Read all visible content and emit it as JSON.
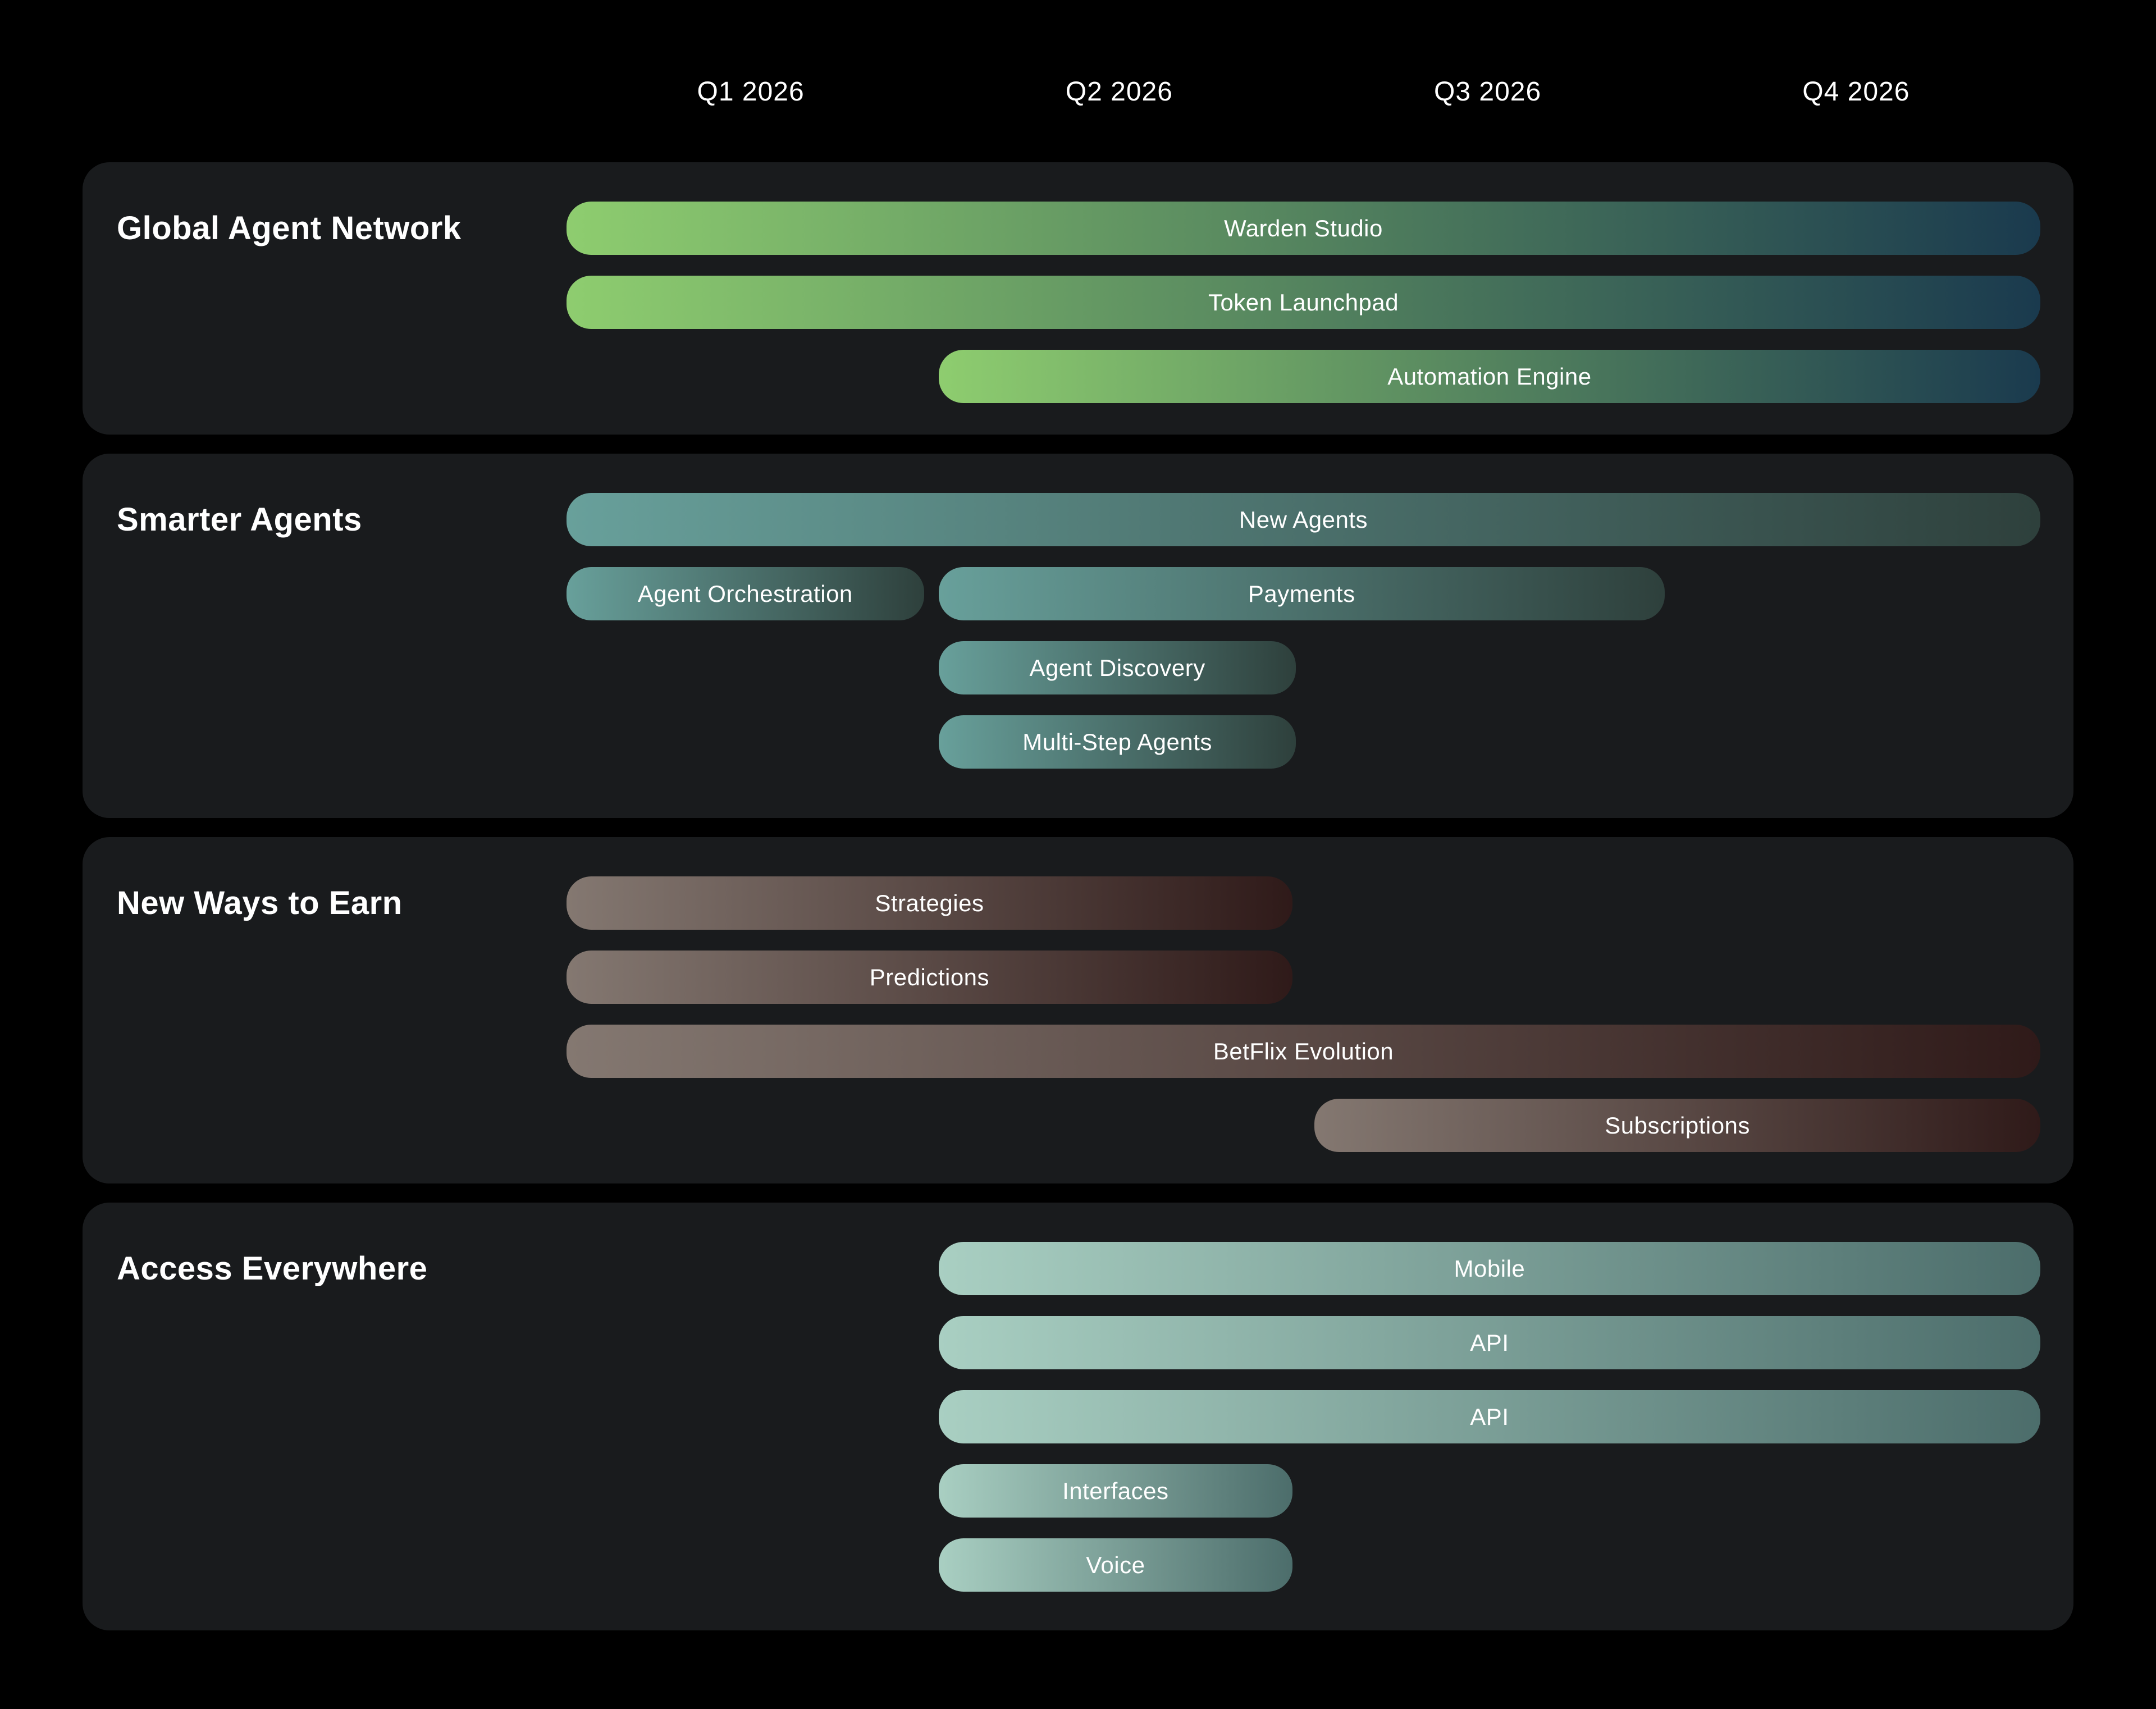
{
  "chart_data": {
    "type": "gantt",
    "x_axis": {
      "labels": [
        "Q1 2026",
        "Q2 2026",
        "Q3 2026",
        "Q4 2026"
      ],
      "range_quarters": [
        0,
        4
      ]
    },
    "colors": {
      "background": "#000000",
      "panel": "#191b1d",
      "text": "#ffffff"
    },
    "sections": [
      {
        "title": "Global Agent Network",
        "gradient_from": "#8ecd6f",
        "gradient_to": "#1a3a4e",
        "rows": [
          [
            {
              "label": "Warden Studio",
              "start": 0,
              "end": 4
            }
          ],
          [
            {
              "label": "Token Launchpad",
              "start": 0,
              "end": 4
            }
          ],
          [
            {
              "label": "Automation Engine",
              "start": 1.01,
              "end": 4
            }
          ]
        ]
      },
      {
        "title": "Smarter Agents",
        "gradient_from": "#68a09b",
        "gradient_to": "#2e403c",
        "rows": [
          [
            {
              "label": "New Agents",
              "start": 0,
              "end": 4
            }
          ],
          [
            {
              "label": "Agent Orchestration",
              "start": 0,
              "end": 0.97
            },
            {
              "label": "Payments",
              "start": 1.01,
              "end": 2.98
            }
          ],
          [
            {
              "label": "Agent Discovery",
              "start": 1.01,
              "end": 1.98
            }
          ],
          [
            {
              "label": "Multi-Step Agents",
              "start": 1.01,
              "end": 1.98
            }
          ]
        ]
      },
      {
        "title": "New Ways to Earn",
        "gradient_from": "#847871",
        "gradient_to": "#2f1a19",
        "rows": [
          [
            {
              "label": "Strategies",
              "start": 0,
              "end": 1.97
            }
          ],
          [
            {
              "label": "Predictions",
              "start": 0,
              "end": 1.97
            }
          ],
          [
            {
              "label": "BetFlix Evolution",
              "start": 0,
              "end": 4
            }
          ],
          [
            {
              "label": "Subscriptions",
              "start": 2.03,
              "end": 4
            }
          ]
        ]
      },
      {
        "title": "Access Everywhere",
        "gradient_from": "#a9cfc2",
        "gradient_to": "#4c6d6b",
        "rows": [
          [
            {
              "label": "Mobile",
              "start": 1.01,
              "end": 4
            }
          ],
          [
            {
              "label": "API",
              "start": 1.01,
              "end": 4
            }
          ],
          [
            {
              "label": "API",
              "start": 1.01,
              "end": 4
            }
          ],
          [
            {
              "label": "Interfaces",
              "start": 1.01,
              "end": 1.97
            }
          ],
          [
            {
              "label": "Voice",
              "start": 1.01,
              "end": 1.97
            }
          ]
        ]
      }
    ]
  }
}
